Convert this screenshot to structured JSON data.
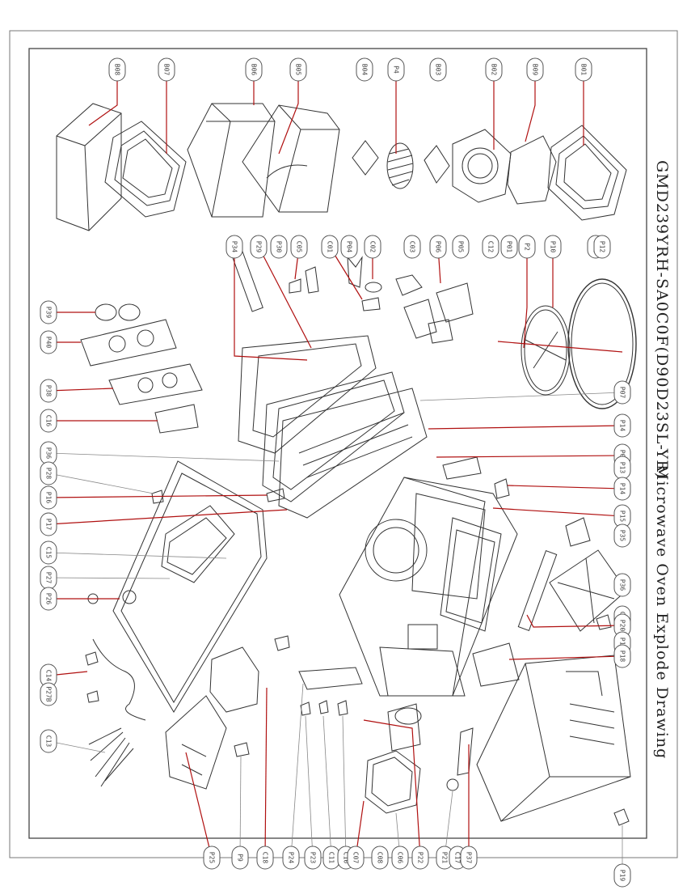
{
  "drawing": {
    "model": "GMD239YRH-SA0C0F(D90D23SL-YR)",
    "subtitle": "Microwave Oven Explode Drawing"
  },
  "callouts": {
    "top_row": [
      "B08",
      "B07",
      "B06",
      "B05",
      "B04",
      "P4",
      "B03",
      "B02",
      "B09",
      "B01"
    ],
    "upper_mid": [
      "P34",
      "P29",
      "P30",
      "C05",
      "C01",
      "P04",
      "C02",
      "C03",
      "P06",
      "P05",
      "C12",
      "P01",
      "P2",
      "P10",
      "P11",
      "P12"
    ],
    "right_col": [
      "P07",
      "P14",
      "P08",
      "P13",
      "P14",
      "P15",
      "P35",
      "P36",
      "C19",
      "P20",
      "P17",
      "P18",
      "P19"
    ],
    "left_col": [
      "P39",
      "P40",
      "P38",
      "C16",
      "P36",
      "P28",
      "P16",
      "P17",
      "C15",
      "P27",
      "P26",
      "C14",
      "P27B",
      "C13"
    ],
    "bottom_row": [
      "P25",
      "P9",
      "C18",
      "P24",
      "P23",
      "C11",
      "C10",
      "C07",
      "C08",
      "C06",
      "P22",
      "P21",
      "C17",
      "P37"
    ]
  },
  "colors": {
    "leader": "#b01010",
    "line": "#333333",
    "bubble": "#555555"
  }
}
